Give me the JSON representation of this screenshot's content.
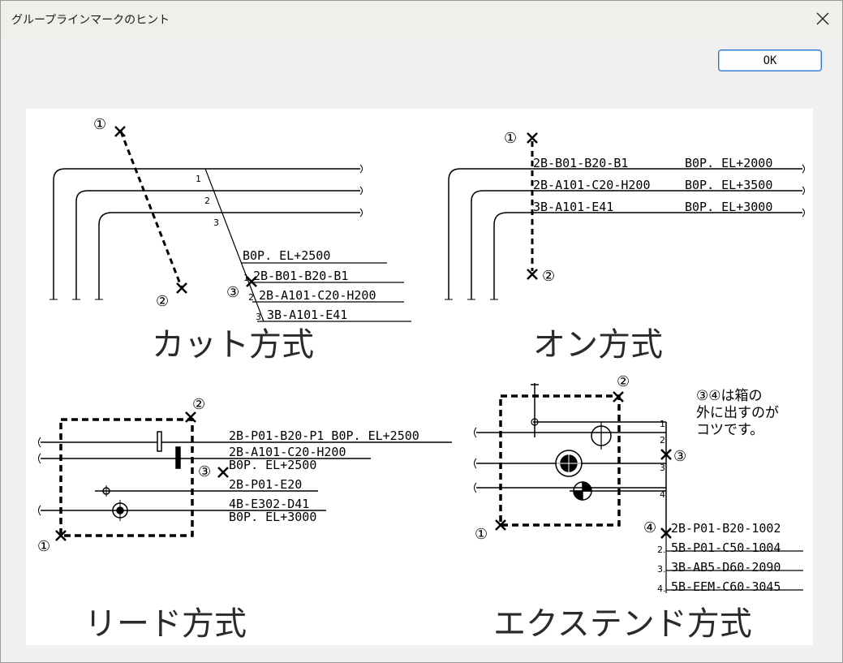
{
  "window": {
    "title": "グループラインマークのヒント",
    "ok_label": "OK"
  },
  "panels": {
    "cut": {
      "title": "カット方式",
      "markers": [
        "①",
        "②",
        "③"
      ],
      "line_numbers": [
        "1",
        "2",
        "3"
      ],
      "elevation": "B0P. EL+2500",
      "labels": [
        "2B-B01-B20-B1",
        "2B-A101-C20-H200",
        "3B-A101-E41"
      ],
      "label_prefixes": [
        "1.",
        "2.",
        "3."
      ]
    },
    "on": {
      "title": "オン方式",
      "markers": [
        "①",
        "②"
      ],
      "labels": [
        "2B-B01-B20-B1",
        "2B-A101-C20-H200",
        "3B-A101-E41"
      ],
      "elevations": [
        "B0P. EL+2000",
        "B0P. EL+3500",
        "B0P. EL+3000"
      ]
    },
    "lead": {
      "title": "リード方式",
      "markers": [
        "①",
        "②",
        "③"
      ],
      "labels": [
        "2B-P01-B20-P1  B0P. EL+2500",
        "2B-A101-C20-H200",
        "B0P. EL+2500",
        "2B-P01-E20",
        "4B-E302-D41",
        "B0P. EL+3000"
      ]
    },
    "extend": {
      "title": "エクステンド方式",
      "markers": [
        "①",
        "②",
        "③",
        "④"
      ],
      "note": [
        "③④は箱の",
        "外に出すのが",
        "コツです。"
      ],
      "line_numbers": [
        "1",
        "2",
        "3",
        "4"
      ],
      "label_prefixes": [
        "2.",
        "3.",
        "4."
      ],
      "labels": [
        "2B-P01-B20-1002",
        "5B-P01-C50-1004",
        "3B-AB5-D60-2090",
        "5B-EEM-C60-3045"
      ]
    }
  }
}
